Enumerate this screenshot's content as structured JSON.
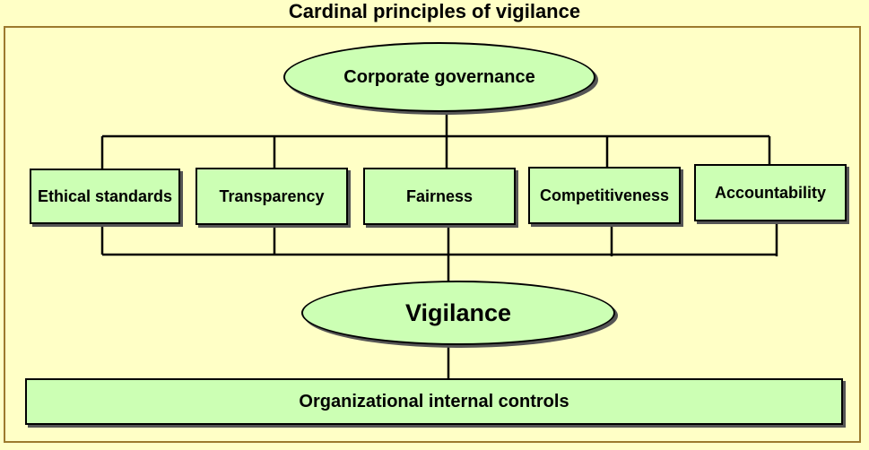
{
  "title": "Cardinal principles of vigilance",
  "top_node": "Corporate governance",
  "principles": [
    "Ethical standards",
    "Transparency",
    "Fairness",
    "Competitiveness",
    "Accountability"
  ],
  "center_node": "Vigilance",
  "bottom_node": "Organizational internal controls",
  "colors": {
    "background": "#FFFFC6",
    "node_fill": "#CCFFB4",
    "frame_border": "#9C7A2E",
    "line": "#000000"
  }
}
